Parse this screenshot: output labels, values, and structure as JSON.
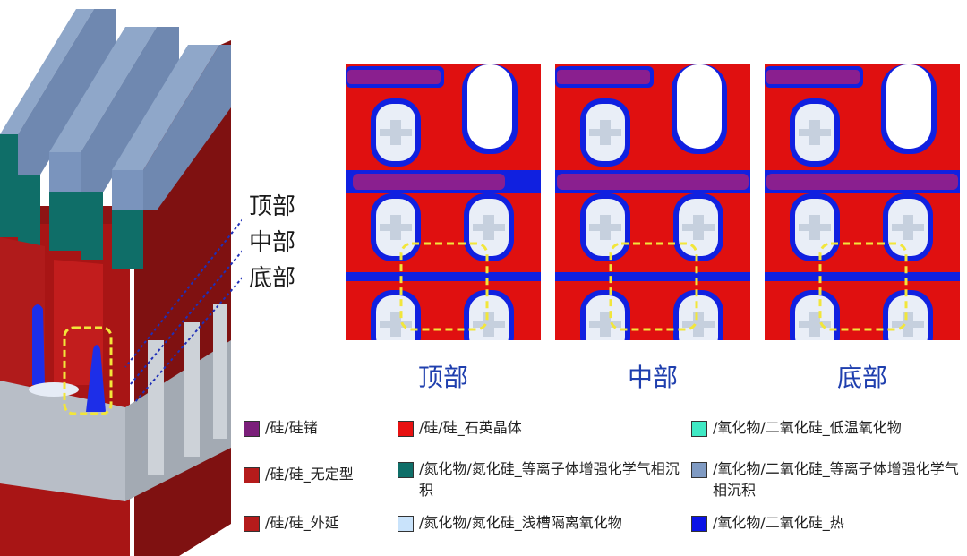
{
  "levels": {
    "top": "顶部",
    "middle": "中部",
    "bottom": "底部"
  },
  "panels": [
    {
      "caption": "顶部"
    },
    {
      "caption": "中部"
    },
    {
      "caption": "底部"
    }
  ],
  "legend": [
    {
      "label": "/硅/硅锗",
      "color": "#7b1f7a"
    },
    {
      "label": "/硅/硅_石英晶体",
      "color": "#e81111"
    },
    {
      "label": "/氧化物/二氧化硅_低温氧化物",
      "color": "#3fe9c4"
    },
    {
      "label": "/硅/硅_无定型",
      "color": "#b51b1b"
    },
    {
      "label": "/氮化物/氮化硅_等离子体增强化学气相沉积",
      "color": "#0f6e68"
    },
    {
      "label": "/氧化物/二氧化硅_等离子体增强化学气相沉积",
      "color": "#7f9ac2"
    },
    {
      "label": "/硅/硅_外延",
      "color": "#b51b1b"
    },
    {
      "label": "/氮化物/氮化硅_浅槽隔离氧化物",
      "color": "#c9e3fb"
    },
    {
      "label": "/氧化物/二氧化硅_热",
      "color": "#0a12e6"
    }
  ]
}
